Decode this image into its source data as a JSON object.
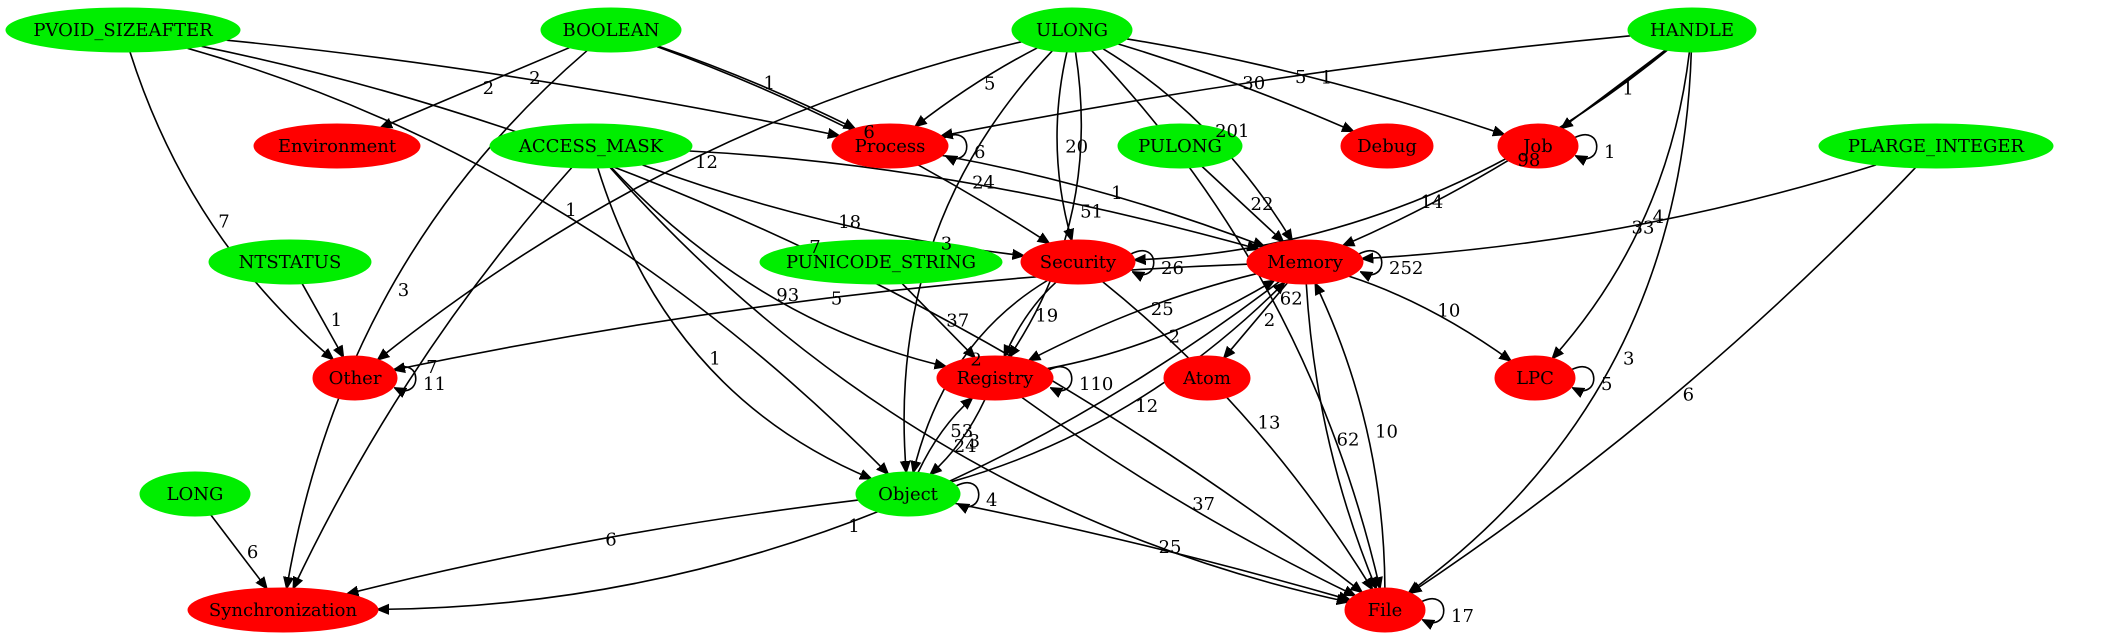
{
  "colors": {
    "type_node": "#00ee00",
    "category_node": "#ff0000",
    "edge": "#000000",
    "background": "#ffffff"
  },
  "nodes": [
    {
      "id": "PVOID_SIZEAFTER",
      "label": "PVOID_SIZEAFTER",
      "kind": "type"
    },
    {
      "id": "BOOLEAN",
      "label": "BOOLEAN",
      "kind": "type"
    },
    {
      "id": "ULONG",
      "label": "ULONG",
      "kind": "type"
    },
    {
      "id": "HANDLE",
      "label": "HANDLE",
      "kind": "type"
    },
    {
      "id": "Environment",
      "label": "Environment",
      "kind": "category"
    },
    {
      "id": "ACCESS_MASK",
      "label": "ACCESS_MASK",
      "kind": "type"
    },
    {
      "id": "Process",
      "label": "Process",
      "kind": "category"
    },
    {
      "id": "PULONG",
      "label": "PULONG",
      "kind": "type"
    },
    {
      "id": "Debug",
      "label": "Debug",
      "kind": "category"
    },
    {
      "id": "Job",
      "label": "Job",
      "kind": "category"
    },
    {
      "id": "PLARGE_INTEGER",
      "label": "PLARGE_INTEGER",
      "kind": "type"
    },
    {
      "id": "NTSTATUS",
      "label": "NTSTATUS",
      "kind": "type"
    },
    {
      "id": "PUNICODE_STRING",
      "label": "PUNICODE_STRING",
      "kind": "type"
    },
    {
      "id": "Security",
      "label": "Security",
      "kind": "category"
    },
    {
      "id": "Memory",
      "label": "Memory",
      "kind": "category"
    },
    {
      "id": "Other",
      "label": "Other",
      "kind": "category"
    },
    {
      "id": "Registry",
      "label": "Registry",
      "kind": "category"
    },
    {
      "id": "Atom",
      "label": "Atom",
      "kind": "category"
    },
    {
      "id": "LPC",
      "label": "LPC",
      "kind": "category"
    },
    {
      "id": "LONG",
      "label": "LONG",
      "kind": "type"
    },
    {
      "id": "Object",
      "label": "Object",
      "kind": "type"
    },
    {
      "id": "Synchronization",
      "label": "Synchronization",
      "kind": "category"
    },
    {
      "id": "File",
      "label": "File",
      "kind": "category"
    }
  ],
  "edges": [
    {
      "from": "PVOID_SIZEAFTER",
      "to": "Process",
      "label": "2"
    },
    {
      "from": "PVOID_SIZEAFTER",
      "to": "Other",
      "label": "7"
    },
    {
      "from": "PVOID_SIZEAFTER",
      "to": "Object",
      "label": "1"
    },
    {
      "from": "PVOID_SIZEAFTER",
      "to": "File",
      "label": "7"
    },
    {
      "from": "BOOLEAN",
      "to": "Environment",
      "label": "2"
    },
    {
      "from": "BOOLEAN",
      "to": "Process",
      "label": "1"
    },
    {
      "from": "BOOLEAN",
      "to": "Synchronization",
      "label": "3"
    },
    {
      "from": "BOOLEAN",
      "to": "Security",
      "label": "6"
    },
    {
      "from": "ULONG",
      "to": "Process",
      "label": "5"
    },
    {
      "from": "ULONG",
      "to": "Other",
      "label": "12"
    },
    {
      "from": "ULONG",
      "to": "Object",
      "label": "3"
    },
    {
      "from": "ULONG",
      "to": "Security",
      "label": "20"
    },
    {
      "from": "ULONG",
      "to": "Registry",
      "label": "51"
    },
    {
      "from": "ULONG",
      "to": "Memory",
      "label": "201"
    },
    {
      "from": "ULONG",
      "to": "Debug",
      "label": "30"
    },
    {
      "from": "ULONG",
      "to": "Job",
      "label": "1"
    },
    {
      "from": "ULONG",
      "to": "File",
      "label": "62"
    },
    {
      "from": "HANDLE",
      "to": "Process",
      "label": "5"
    },
    {
      "from": "HANDLE",
      "to": "Job",
      "label": "1"
    },
    {
      "from": "HANDLE",
      "to": "Security",
      "label": "14"
    },
    {
      "from": "HANDLE",
      "to": "Memory",
      "label": "98"
    },
    {
      "from": "HANDLE",
      "to": "LPC",
      "label": "4"
    },
    {
      "from": "HANDLE",
      "to": "File",
      "label": "3"
    },
    {
      "from": "Process",
      "to": "Process",
      "label": "6"
    },
    {
      "from": "Process",
      "to": "Memory",
      "label": "1"
    },
    {
      "from": "Job",
      "to": "Job",
      "label": "1"
    },
    {
      "from": "ACCESS_MASK",
      "to": "Security",
      "label": "18"
    },
    {
      "from": "ACCESS_MASK",
      "to": "Memory",
      "label": "24"
    },
    {
      "from": "ACCESS_MASK",
      "to": "Registry",
      "label": "93"
    },
    {
      "from": "ACCESS_MASK",
      "to": "Object",
      "label": "1"
    },
    {
      "from": "ACCESS_MASK",
      "to": "File",
      "label": "24"
    },
    {
      "from": "ACCESS_MASK",
      "to": "Synchronization",
      "label": "7"
    },
    {
      "from": "PULONG",
      "to": "Memory",
      "label": "22"
    },
    {
      "from": "PLARGE_INTEGER",
      "to": "Memory",
      "label": "33"
    },
    {
      "from": "PLARGE_INTEGER",
      "to": "File",
      "label": "6"
    },
    {
      "from": "NTSTATUS",
      "to": "Other",
      "label": "1"
    },
    {
      "from": "PUNICODE_STRING",
      "to": "Registry",
      "label": "37"
    },
    {
      "from": "Security",
      "to": "Security",
      "label": "26"
    },
    {
      "from": "Security",
      "to": "Registry",
      "label": "19"
    },
    {
      "from": "Security",
      "to": "Object",
      "label": "2"
    },
    {
      "from": "Security",
      "to": "File",
      "label": "13"
    },
    {
      "from": "Memory",
      "to": "Memory",
      "label": "252"
    },
    {
      "from": "Memory",
      "to": "Other",
      "label": "5"
    },
    {
      "from": "Memory",
      "to": "Registry",
      "label": "25"
    },
    {
      "from": "Memory",
      "to": "Atom",
      "label": "2"
    },
    {
      "from": "Memory",
      "to": "LPC",
      "label": "10"
    },
    {
      "from": "Memory",
      "to": "Synchronization",
      "label": "1"
    },
    {
      "from": "Memory",
      "to": "File",
      "label": "62"
    },
    {
      "from": "Registry",
      "to": "Memory",
      "label": "2"
    },
    {
      "from": "Registry",
      "to": "Registry",
      "label": "110"
    },
    {
      "from": "Registry",
      "to": "Object",
      "label": "3"
    },
    {
      "from": "Registry",
      "to": "File",
      "label": "37"
    },
    {
      "from": "Other",
      "to": "Other",
      "label": "11"
    },
    {
      "from": "LPC",
      "to": "LPC",
      "label": "5"
    },
    {
      "from": "Object",
      "to": "Registry",
      "label": "53"
    },
    {
      "from": "Object",
      "to": "Memory",
      "label": "12"
    },
    {
      "from": "Object",
      "to": "Object",
      "label": "4"
    },
    {
      "from": "Object",
      "to": "Synchronization",
      "label": "6"
    },
    {
      "from": "Object",
      "to": "File",
      "label": "25"
    },
    {
      "from": "LONG",
      "to": "Synchronization",
      "label": "6"
    },
    {
      "from": "File",
      "to": "Memory",
      "label": "10"
    },
    {
      "from": "File",
      "to": "File",
      "label": "17"
    }
  ]
}
